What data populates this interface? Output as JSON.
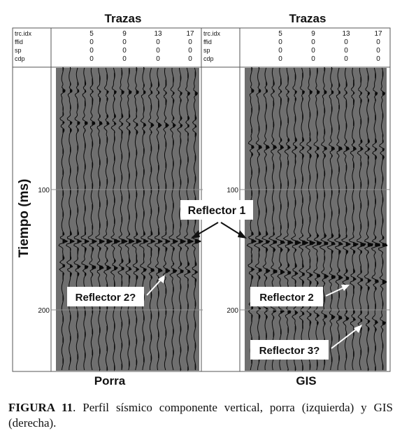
{
  "figure": {
    "ylabel": "Tiempo (ms)",
    "header_keys": [
      "trc.idx",
      "ffid",
      "sp",
      "cdp"
    ],
    "panels": [
      {
        "title": "Trazas",
        "footer": "Porra",
        "columns": [
          {
            "trc_idx": "5",
            "ffid": "0",
            "sp": "0",
            "cdp": "0"
          },
          {
            "trc_idx": "9",
            "ffid": "0",
            "sp": "0",
            "cdp": "0"
          },
          {
            "trc_idx": "13",
            "ffid": "0",
            "sp": "0",
            "cdp": "0"
          },
          {
            "trc_idx": "17",
            "ffid": "0",
            "sp": "0",
            "cdp": "0"
          }
        ],
        "ticks": [
          "100",
          "200"
        ]
      },
      {
        "title": "Trazas",
        "footer": "GIS",
        "columns": [
          {
            "trc_idx": "5",
            "ffid": "0",
            "sp": "0",
            "cdp": "0"
          },
          {
            "trc_idx": "9",
            "ffid": "0",
            "sp": "0",
            "cdp": "0"
          },
          {
            "trc_idx": "13",
            "ffid": "0",
            "sp": "0",
            "cdp": "0"
          },
          {
            "trc_idx": "17",
            "ffid": "0",
            "sp": "0",
            "cdp": "0"
          }
        ],
        "ticks": [
          "100",
          "200"
        ]
      }
    ],
    "annotations": {
      "reflector1": "Reflector 1",
      "reflector2_left": "Reflector 2?",
      "reflector2_right": "Reflector 2",
      "reflector3": "Reflector 3?"
    }
  },
  "caption": {
    "label": "FIGURA 11",
    "text": ".   Perfil sísmico componente vertical, porra (izquierda) y GIS (derecha)."
  },
  "colors": {
    "background": "#ffffff",
    "seismic_fill": "#6f6f6f",
    "wiggle": "#0a0a0a",
    "grid": "#9a9a9a",
    "header_bg": "#ffffff"
  }
}
